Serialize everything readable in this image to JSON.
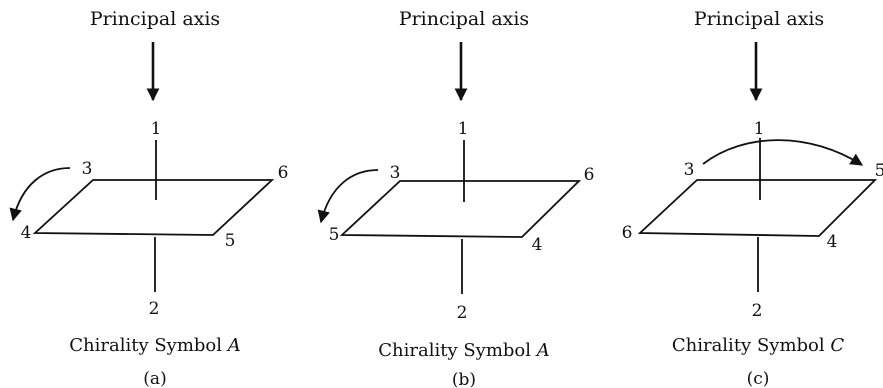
{
  "panels": [
    {
      "axis_label": "Principal axis",
      "top_label": "1",
      "bottom_label": "2",
      "vertices": [
        "3",
        "6",
        "5",
        "4"
      ],
      "chirality_text": "Chirality Symbol ",
      "chirality_letter": "A",
      "panel_label": "(a)"
    },
    {
      "axis_label": "Principal axis",
      "top_label": "1",
      "bottom_label": "2",
      "vertices": [
        "3",
        "6",
        "4",
        "5"
      ],
      "chirality_text": "Chirality Symbol ",
      "chirality_letter": "A",
      "panel_label": "(b)"
    },
    {
      "axis_label": "Principal axis",
      "top_label": "1",
      "bottom_label": "2",
      "vertices": [
        "3",
        "5",
        "4",
        "6"
      ],
      "chirality_text": "Chirality Symbol ",
      "chirality_letter": "C",
      "panel_label": "(c)"
    }
  ]
}
